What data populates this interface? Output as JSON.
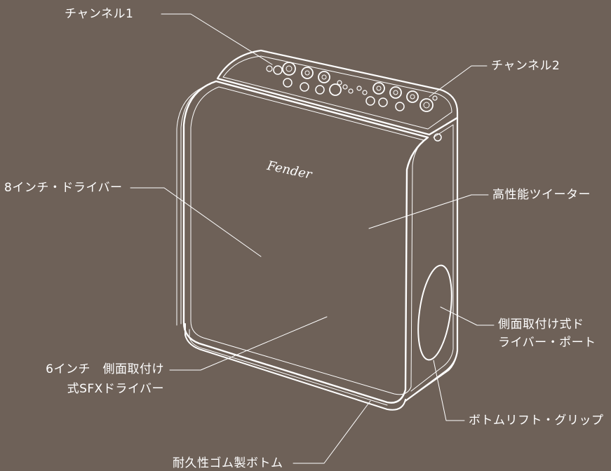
{
  "colors": {
    "background": "#6e6158",
    "line": "#ffffff"
  },
  "product": {
    "brand_logo": "Fender"
  },
  "callouts": {
    "channel1": "チャンネル1",
    "channel2": "チャンネル2",
    "driver8": "8インチ・ドライバー",
    "tweeter": "高性能ツイーター",
    "side_port_line1": "側面取付け式ド",
    "side_port_line2": "ライバー・ポート",
    "sfx_line1": "6インチ　側面取付け",
    "sfx_line2": "式SFXドライバー",
    "bottom_lift_grip": "ボトムリフト・グリップ",
    "rubber_bottom": "耐久性ゴム製ボトム"
  }
}
